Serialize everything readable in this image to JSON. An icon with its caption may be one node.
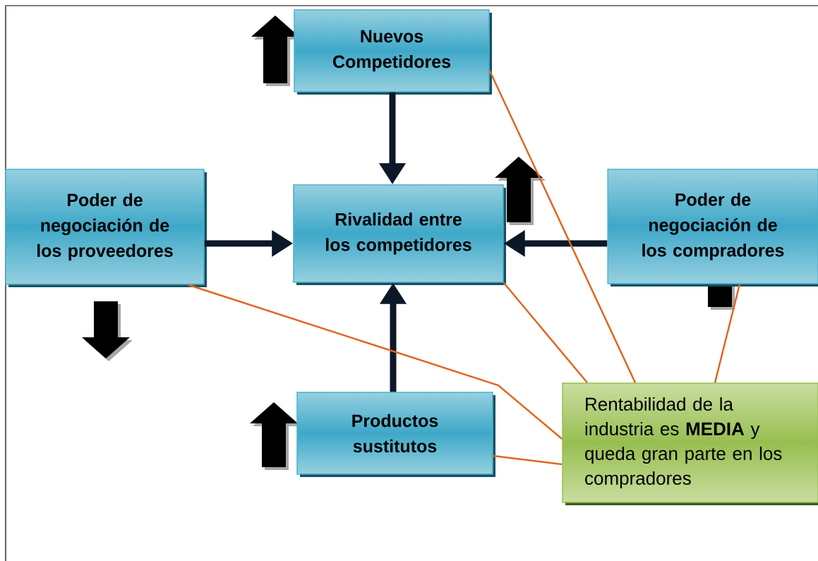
{
  "diagram": {
    "nodes": [
      {
        "text": [
          "Nuevos Competidores"
        ]
      },
      {
        "text": [
          "Poder de negociación de los proveedores"
        ]
      },
      {
        "text": [
          "Rivalidad entre los competidores"
        ]
      },
      {
        "text": [
          "Poder de negociación de los compradores"
        ]
      },
      {
        "text": [
          "Productos sustitutos"
        ]
      },
      {
        "text": [
          "Rentabilidad de la industria es **MEDIA** y queda gran parte en los compradores"
        ]
      }
    ],
    "edges": [
      {
        "from": 0,
        "to": 2,
        "arrow": "to",
        "style": "thick",
        "color": "#0c1828"
      },
      {
        "from": 1,
        "to": 2,
        "arrow": "to",
        "style": "thick",
        "color": "#0c1828"
      },
      {
        "from": 3,
        "to": 2,
        "arrow": "to",
        "style": "thick",
        "color": "#0c1828"
      },
      {
        "from": 4,
        "to": 2,
        "arrow": "to",
        "style": "thick",
        "color": "#0c1828"
      },
      {
        "from": 5,
        "to": 0,
        "arrow": "none",
        "color": "#e0661f"
      },
      {
        "from": 5,
        "to": 1,
        "arrow": "none",
        "color": "#e0661f"
      },
      {
        "from": 5,
        "to": 2,
        "arrow": "none",
        "color": "#e0661f"
      },
      {
        "from": 5,
        "to": 3,
        "arrow": "none",
        "color": "#e0661f"
      },
      {
        "from": 5,
        "to": 4,
        "arrow": "none",
        "color": "#e0661f"
      }
    ]
  }
}
